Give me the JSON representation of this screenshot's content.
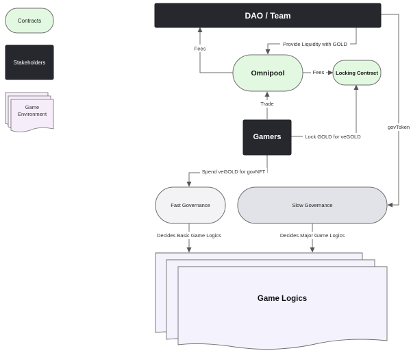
{
  "legend": {
    "contracts": "Contracts",
    "stakeholders": "Stakeholders",
    "game_environment_line1": "Game",
    "game_environment_line2": "Environment"
  },
  "nodes": {
    "dao_team": "DAO / Team",
    "omnipool": "Omnipool",
    "locking_contract": "Locking Contract",
    "gamers": "Gamers",
    "fast_governance": "Fast Governance",
    "slow_governance": "Slow Governance",
    "game_logics": "Game Logics"
  },
  "edges": {
    "fees_left": "Fees",
    "provide_liquidity": "Provide Liquidity with GOLD",
    "fees_right": "Fees",
    "trade": "Trade",
    "lock_gold": "Lock GOLD for veGOLD",
    "gov_token": "govToken",
    "spend_vegold": "Spend veGOLD for govNFT",
    "decides_basic": "Decides Basic Game Logics",
    "decides_major": "Decides Major Game Logics"
  },
  "colors": {
    "contract_fill": "#e3f8e1",
    "contract_stroke": "#6e6e6e",
    "stakeholder_fill": "#26282e",
    "env_fill": "#f6edfb",
    "env_fill_main": "#f3f2fd",
    "fast_fill": "#f3f3f5",
    "slow_fill": "#e2e3e8",
    "line": "#6b6b6b"
  }
}
